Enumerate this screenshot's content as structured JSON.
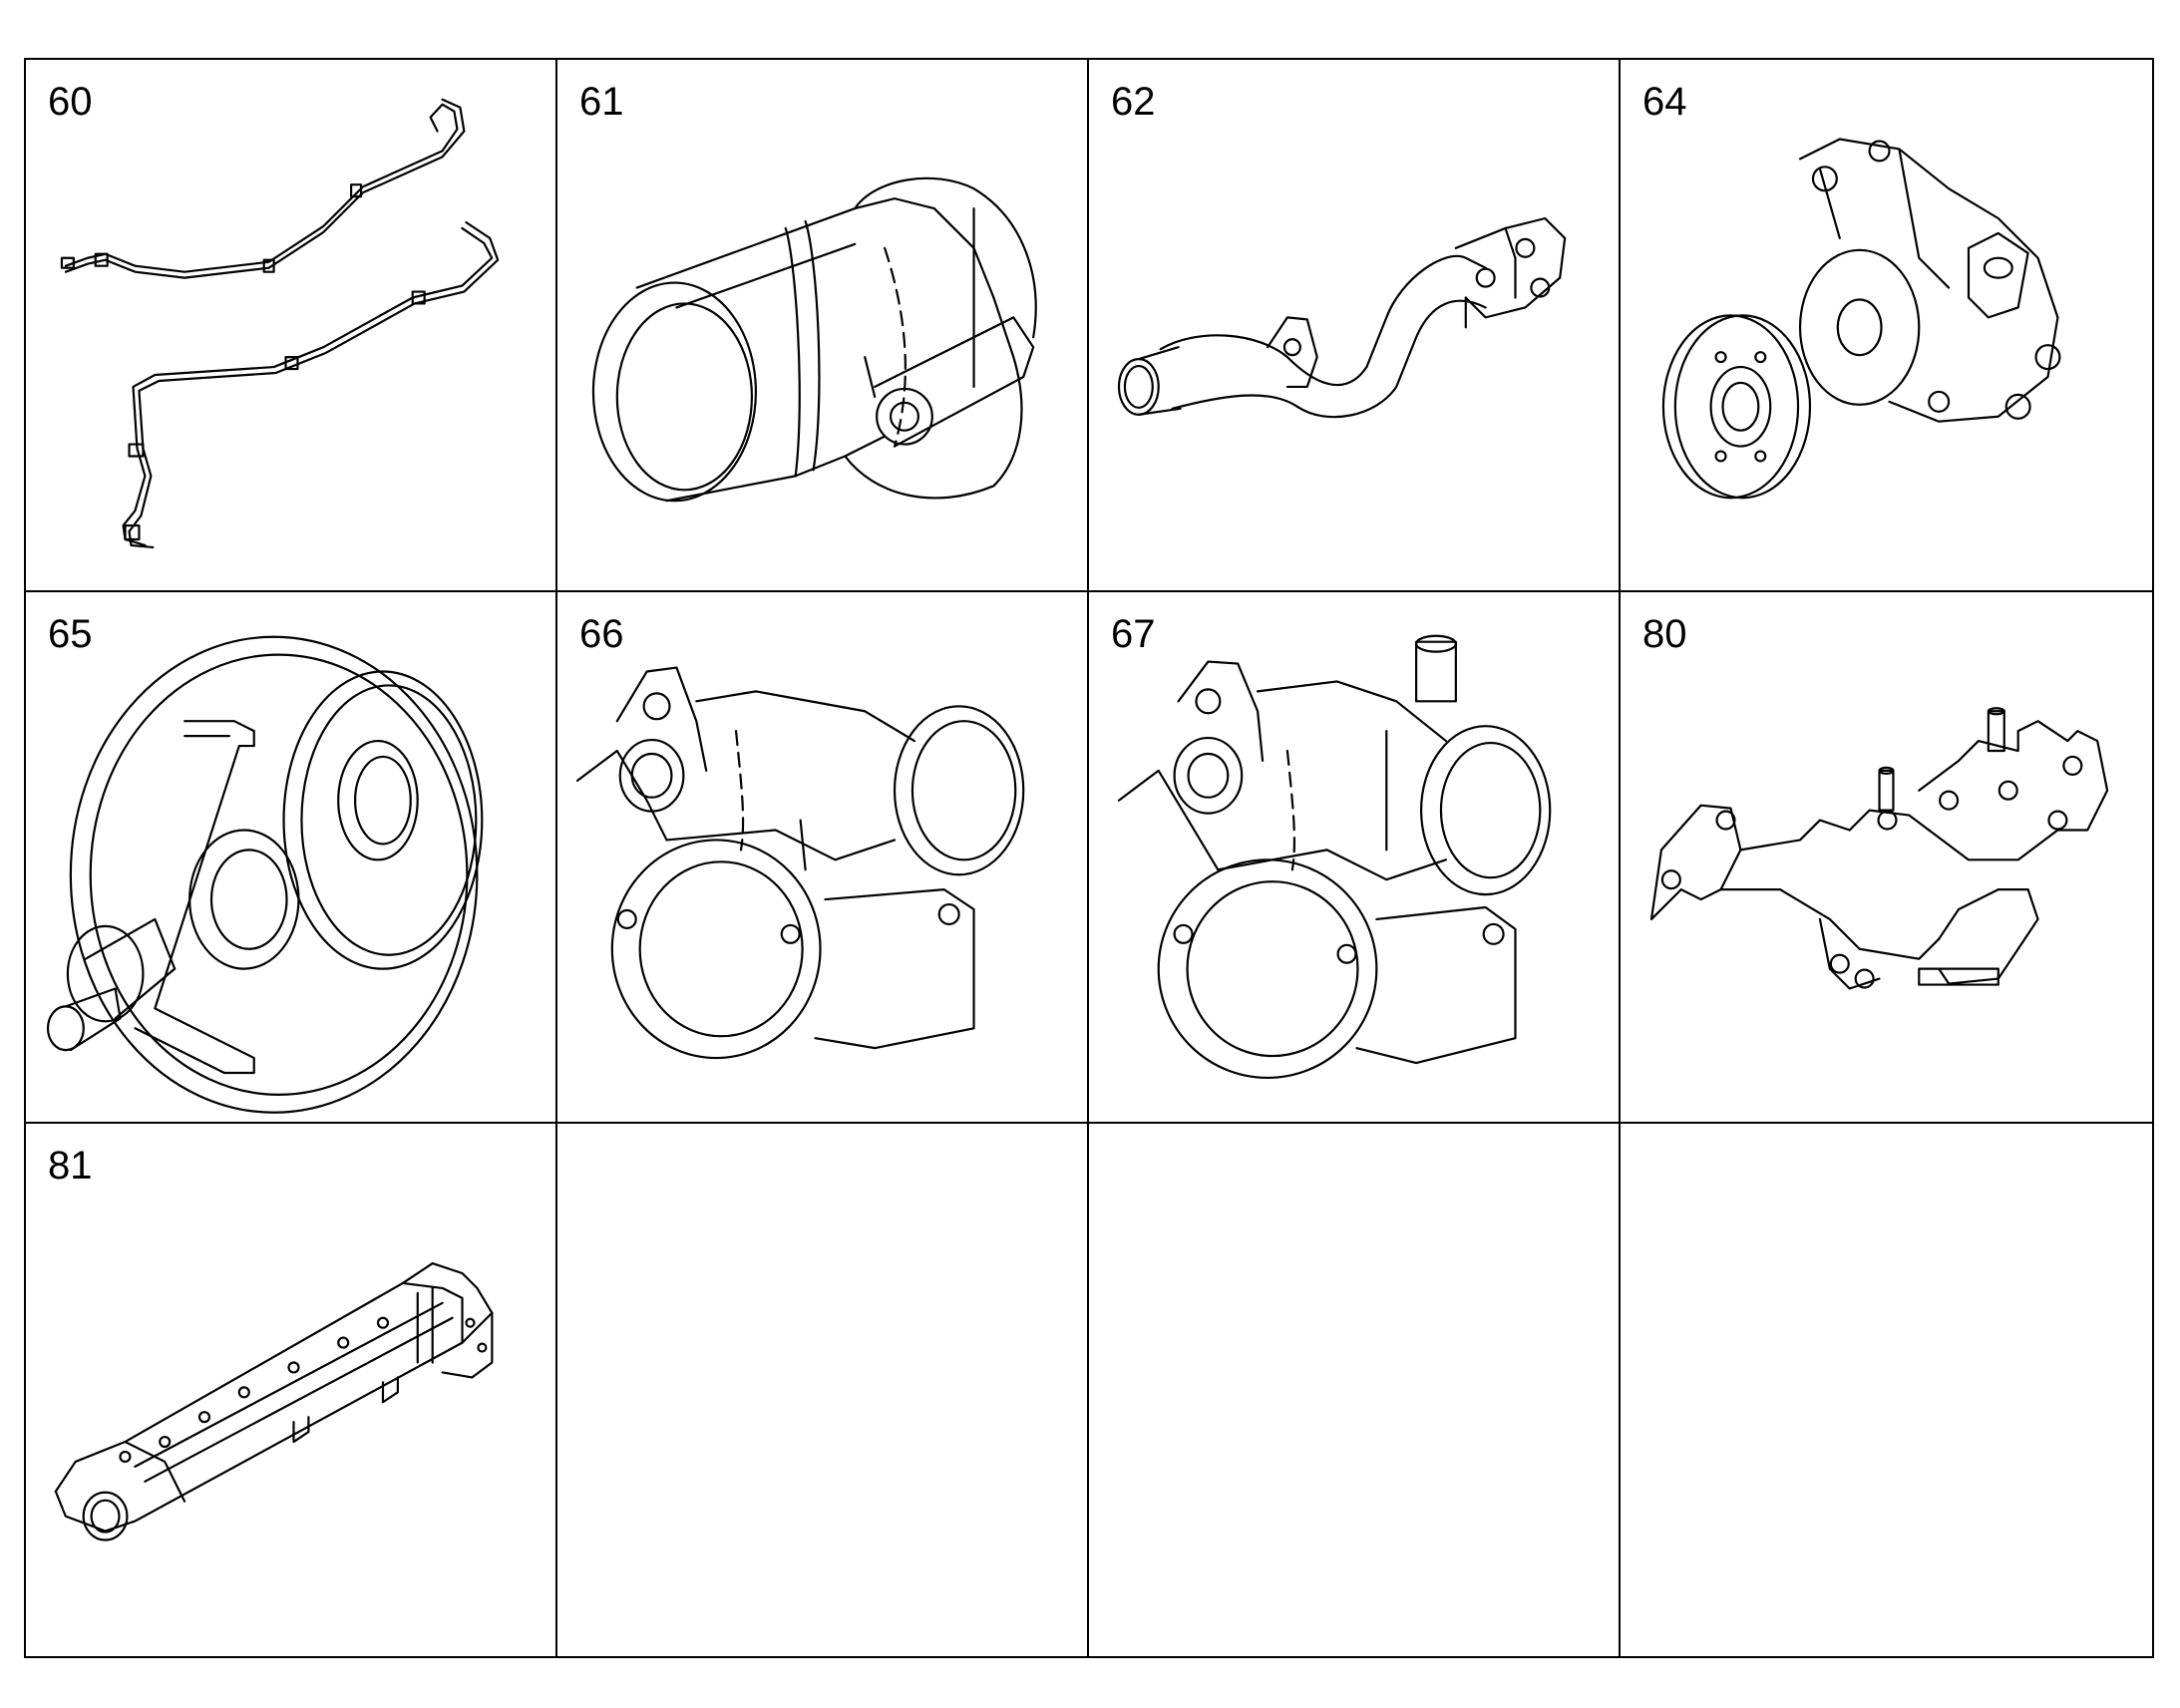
{
  "cells": [
    {
      "number": "60",
      "icon": "coolant-pipe-assembly-drawing"
    },
    {
      "number": "61",
      "icon": "thermostat-housing-drawing"
    },
    {
      "number": "62",
      "icon": "coolant-outlet-pipe-drawing"
    },
    {
      "number": "64",
      "icon": "water-pump-with-pulley-drawing"
    },
    {
      "number": "65",
      "icon": "thermostat-drawing"
    },
    {
      "number": "66",
      "icon": "thermostat-housing-drawing"
    },
    {
      "number": "67",
      "icon": "thermostat-housing-with-nozzle-drawing"
    },
    {
      "number": "80",
      "icon": "coolant-manifold-drawing"
    },
    {
      "number": "81",
      "icon": "oil-cooler-drawing"
    },
    {
      "number": "",
      "icon": ""
    },
    {
      "number": "",
      "icon": ""
    },
    {
      "number": "",
      "icon": ""
    }
  ]
}
